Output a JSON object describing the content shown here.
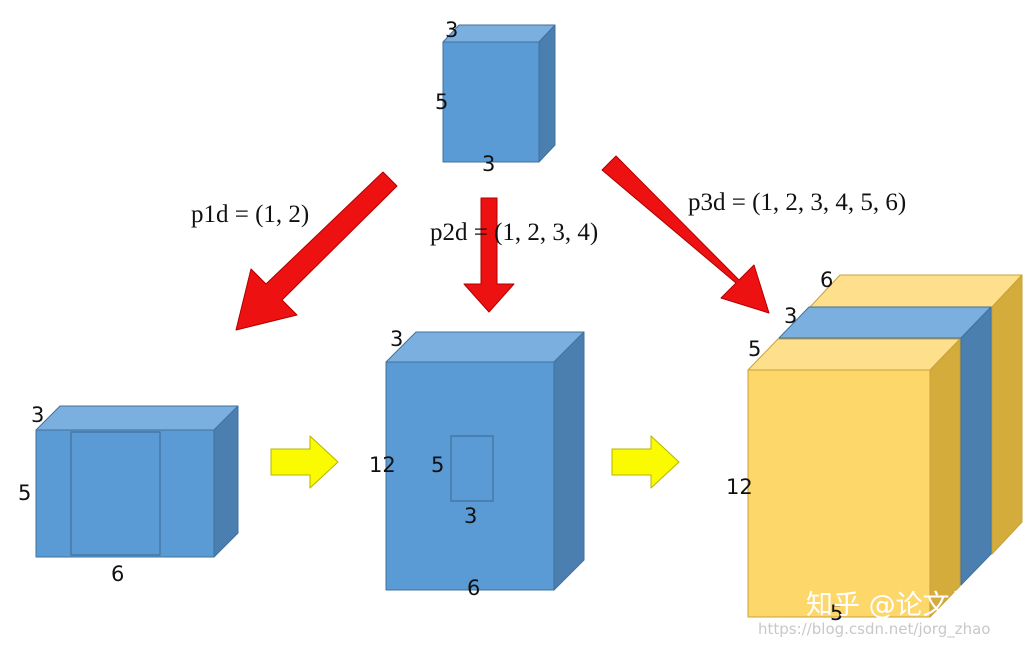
{
  "colors": {
    "blue_front": "#5b9bd5",
    "blue_top": "#7bafe0",
    "blue_side": "#4a7fb0",
    "blue_edge": "#41719c",
    "yellow_front": "#fdd76a",
    "yellow_top": "#fee08c",
    "yellow_side": "#d4ac3c",
    "yellow_edge": "#c9a03a",
    "red_arrow": "#ee1111",
    "red_arrow_edge": "#b00000",
    "yellow_arrow": "#fbfb00",
    "yellow_arrow_edge": "#b5b500"
  },
  "labels": {
    "pad_1d": "p1d = (1, 2)",
    "pad_2d": "p2d = (1, 2, 3, 4)",
    "pad_3d": "p3d = (1, 2, 3, 4, 5, 6)"
  },
  "input_tensor": {
    "top": "3",
    "left": "5",
    "bottom": "3"
  },
  "pad1d_result": {
    "top": "3",
    "left": "5",
    "bottom": "6"
  },
  "pad2d_result": {
    "top": "3",
    "left": "12",
    "inner_left": "5",
    "inner_bottom": "3",
    "bottom": "6"
  },
  "pad3d_result": {
    "back": "6",
    "middle": "3",
    "front": "5",
    "left": "12",
    "bottom": "5"
  },
  "watermark": {
    "brand": "知乎 @论文怪",
    "url": "https://blog.csdn.net/jorg_zhao"
  }
}
